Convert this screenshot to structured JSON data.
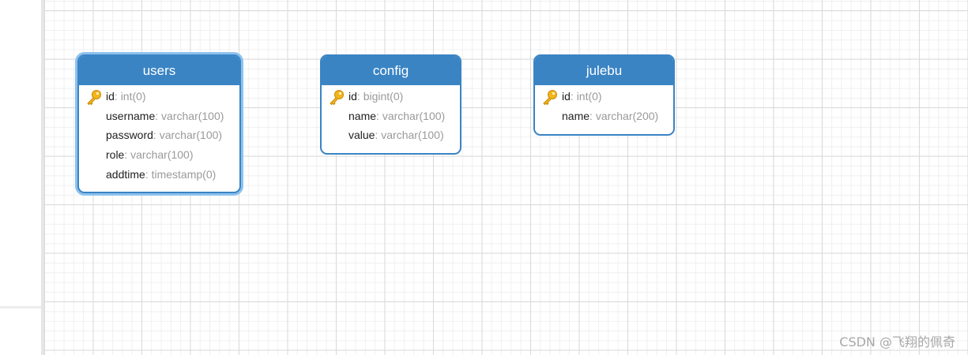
{
  "colors": {
    "entity_header": "#3a84c4",
    "entity_border": "#3a84c4",
    "selection_glow": "#8dc2ee",
    "field_name": "#1f1f1f",
    "field_type": "#9a9a9a",
    "key_icon": "#f2b51c"
  },
  "entities": [
    {
      "name": "users",
      "selected": true,
      "fields": [
        {
          "name": "id",
          "type": "int(0)",
          "primary_key": true
        },
        {
          "name": "username",
          "type": "varchar(100)",
          "primary_key": false
        },
        {
          "name": "password",
          "type": "varchar(100)",
          "primary_key": false
        },
        {
          "name": "role",
          "type": "varchar(100)",
          "primary_key": false
        },
        {
          "name": "addtime",
          "type": "timestamp(0)",
          "primary_key": false
        }
      ]
    },
    {
      "name": "config",
      "selected": false,
      "fields": [
        {
          "name": "id",
          "type": "bigint(0)",
          "primary_key": true
        },
        {
          "name": "name",
          "type": "varchar(100)",
          "primary_key": false
        },
        {
          "name": "value",
          "type": "varchar(100)",
          "primary_key": false
        }
      ]
    },
    {
      "name": "julebu",
      "selected": false,
      "fields": [
        {
          "name": "id",
          "type": "int(0)",
          "primary_key": true
        },
        {
          "name": "name",
          "type": "varchar(200)",
          "primary_key": false
        }
      ]
    }
  ],
  "watermark": "CSDN @飞翔的佩奇"
}
